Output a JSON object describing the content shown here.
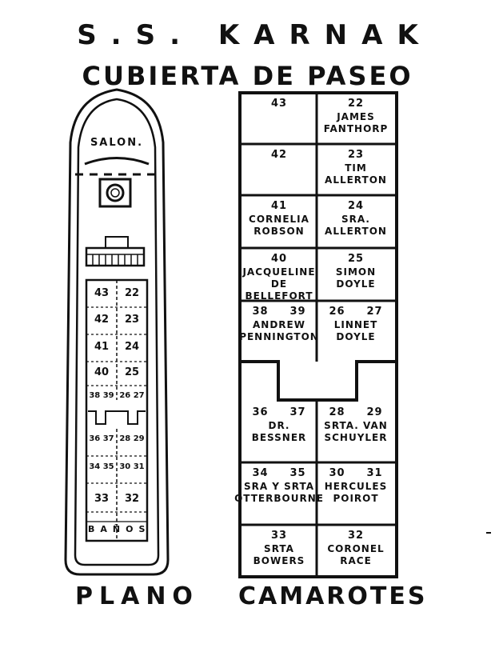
{
  "header": {
    "ship_name": "S.S. KARNAK",
    "deck_name": "CUBIERTA DE PASEO"
  },
  "footer": {
    "plan_label": "PLANO",
    "cabins_label": "CAMAROTES"
  },
  "ship": {
    "salon_label": "SALON.",
    "bath_label": "BAÑOS",
    "rows": [
      [
        "43",
        "22"
      ],
      [
        "42",
        "23"
      ],
      [
        "41",
        "24"
      ],
      [
        "40",
        "25"
      ],
      [
        "38 39",
        "26 27"
      ],
      [
        "36 37",
        "28 29"
      ],
      [
        "34 35",
        "30 31"
      ],
      [
        "33",
        "32"
      ]
    ]
  },
  "cabins": [
    {
      "id": "c43",
      "numbers": [
        "43"
      ],
      "occupant": ""
    },
    {
      "id": "c22",
      "numbers": [
        "22"
      ],
      "occupant": "JAMES FANTHORP"
    },
    {
      "id": "c42",
      "numbers": [
        "42"
      ],
      "occupant": ""
    },
    {
      "id": "c23",
      "numbers": [
        "23"
      ],
      "occupant": "TIM ALLERTON"
    },
    {
      "id": "c41",
      "numbers": [
        "41"
      ],
      "occupant": "CORNELIA ROBSON"
    },
    {
      "id": "c24",
      "numbers": [
        "24"
      ],
      "occupant": "SRA. ALLERTON"
    },
    {
      "id": "c40",
      "numbers": [
        "40"
      ],
      "occupant": "JACQUELINE DE BELLEFORT"
    },
    {
      "id": "c25",
      "numbers": [
        "25"
      ],
      "occupant": "SIMON DOYLE"
    },
    {
      "id": "c38",
      "numbers": [
        "38",
        "39"
      ],
      "occupant": "ANDREW PENNINGTON"
    },
    {
      "id": "c26",
      "numbers": [
        "26",
        "27"
      ],
      "occupant": "LINNET DOYLE"
    },
    {
      "id": "c36",
      "numbers": [
        "36",
        "37"
      ],
      "occupant": "DR. BESSNER"
    },
    {
      "id": "c28",
      "numbers": [
        "28",
        "29"
      ],
      "occupant": "SRTA. VAN SCHUYLER"
    },
    {
      "id": "c34",
      "numbers": [
        "34",
        "35"
      ],
      "occupant": "SRA Y SRTA OTTERBOURNE"
    },
    {
      "id": "c30",
      "numbers": [
        "30",
        "31"
      ],
      "occupant": "HERCULES POIROT"
    },
    {
      "id": "c33",
      "numbers": [
        "33"
      ],
      "occupant": "SRTA BOWERS"
    },
    {
      "id": "c32",
      "numbers": [
        "32"
      ],
      "occupant": "CORONEL RACE"
    }
  ]
}
